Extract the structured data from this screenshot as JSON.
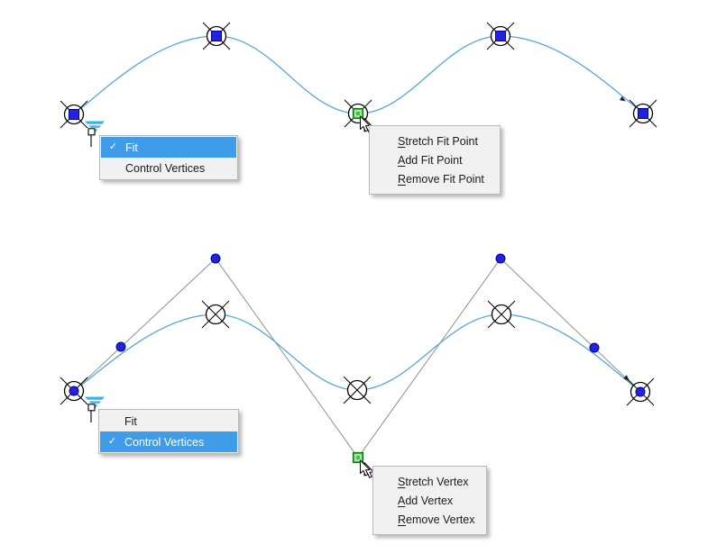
{
  "colors": {
    "background": "#ffffff",
    "spline_curve": "#55a7d5",
    "control_polygon": "#999999",
    "grip_blue": "#2222e0",
    "grip_blue_border": "#00008b",
    "grip_green": "#3dc43d",
    "grip_green_border": "#156e15",
    "grip_triangle_cyan": "#2fb9ea",
    "menu_highlight": "#3e9ce9",
    "menu_background": "#f1f1f1",
    "menu_border": "#b9b9b9",
    "menu_text": "#1b1b1b",
    "menu_highlight_text": "#ffffff"
  },
  "icons": {
    "checkmark": "✓",
    "cursor": "arrow-cursor",
    "grip_menu_indicator": "striped-triangle-with-square",
    "fit_point_marker": "circle-with-x",
    "control_vertex_marker": "round-dot"
  },
  "top_spline": {
    "name": "spline shown with fit points",
    "mode_menu": {
      "items": [
        {
          "label": "Fit",
          "checked": true,
          "highlighted": true
        },
        {
          "label": "Control Vertices",
          "checked": false,
          "highlighted": false
        }
      ]
    },
    "grip_menu": {
      "items": [
        {
          "label": "Stretch Fit Point",
          "access_key": "S"
        },
        {
          "label": "Add Fit Point",
          "access_key": "A"
        },
        {
          "label": "Remove Fit Point",
          "access_key": "R"
        }
      ]
    }
  },
  "bottom_spline": {
    "name": "spline shown with control vertices",
    "mode_menu": {
      "items": [
        {
          "label": "Fit",
          "checked": false,
          "highlighted": false
        },
        {
          "label": "Control Vertices",
          "checked": true,
          "highlighted": true
        }
      ]
    },
    "grip_menu": {
      "items": [
        {
          "label": "Stretch Vertex",
          "access_key": "S"
        },
        {
          "label": "Add Vertex",
          "access_key": "A"
        },
        {
          "label": "Remove Vertex",
          "access_key": "R"
        }
      ]
    }
  }
}
